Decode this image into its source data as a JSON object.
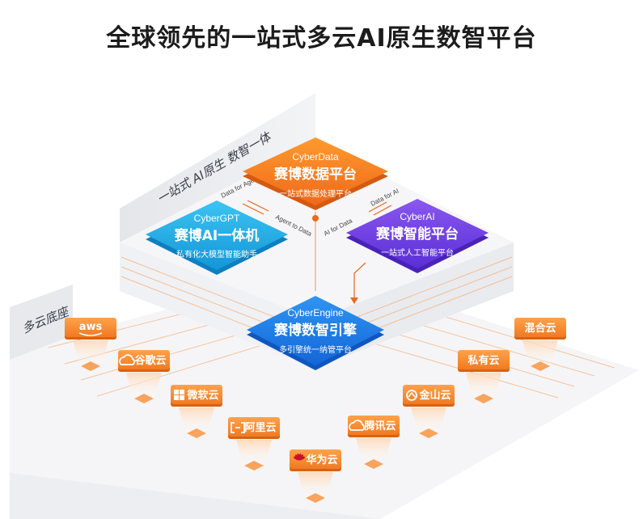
{
  "headline": "全球领先的一站式多云AI原生数智平台",
  "wall": {
    "back": "一站式  AI原生  数智一体",
    "side": "多云底座"
  },
  "modules": {
    "data": {
      "en": "CyberData",
      "cn": "赛博数据平台",
      "sub": "一站式数据处理平台",
      "color": "#f58220"
    },
    "gpt": {
      "en": "CyberGPT",
      "cn": "赛博AI一体机",
      "sub": "私有化大模型智能助手",
      "color": "#1fa7e6"
    },
    "ai": {
      "en": "CyberAI",
      "cn": "赛博智能平台",
      "sub": "一站式人工智能平台",
      "color": "#6a3ee0"
    },
    "engine": {
      "en": "CyberEngine",
      "cn": "赛博数智引擎",
      "sub": "多引擎统一纳管平台",
      "color": "#1a78e6"
    }
  },
  "flows": {
    "data_for_agent": "Data for Agent",
    "agent_to_data": "Agent to Data",
    "ai_for_data": "AI for Data",
    "data_for_ai": "Data for AI"
  },
  "clouds": [
    {
      "label": "aws",
      "icon": "aws-logo"
    },
    {
      "label": "谷歌云",
      "icon": "google-cloud-icon"
    },
    {
      "label": "微软云",
      "icon": "windows-icon"
    },
    {
      "label": "阿里云",
      "icon": "aliyun-icon"
    },
    {
      "label": "华为云",
      "icon": "huawei-icon"
    },
    {
      "label": "腾讯云",
      "icon": "tencent-cloud-icon"
    },
    {
      "label": "金山云",
      "icon": "kingsoft-cloud-icon"
    },
    {
      "label": "私有云",
      "icon": ""
    },
    {
      "label": "混合云",
      "icon": ""
    }
  ],
  "colors": {
    "accent": "#f58220",
    "line": "#f3a46b"
  }
}
